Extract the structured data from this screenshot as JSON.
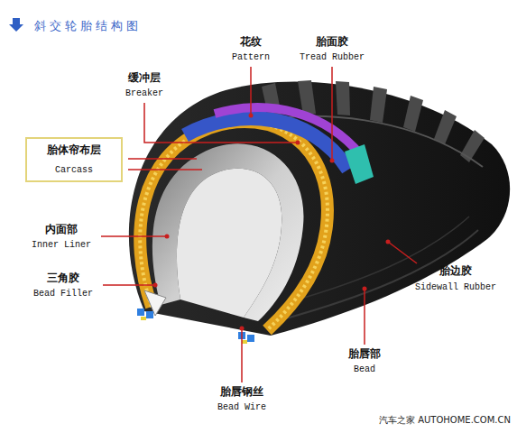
{
  "diagram": {
    "title": "斜交轮胎结构图",
    "nodes": [
      {
        "text": [
          "胎体帘布层",
          "Carcass"
        ]
      }
    ],
    "labels": [
      "花纹",
      "Pattern",
      "胎面胶",
      "Tread Rubber",
      "缓冲层",
      "Breaker",
      "内面部",
      "Inner Liner",
      "胎边胶",
      "Sidewall Rubber",
      "三角胶",
      "Bead Filler",
      "胎唇部",
      "Bead",
      "胎唇钢丝",
      "Bead Wire",
      "汽车之家 AUTOHOME.COM.CN"
    ]
  }
}
